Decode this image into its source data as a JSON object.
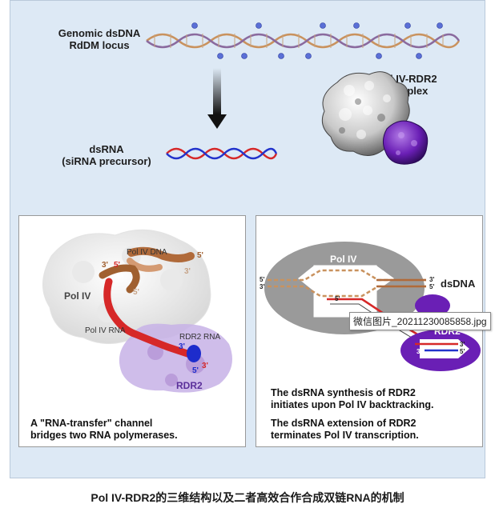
{
  "top": {
    "genomic_line1": "Genomic dsDNA",
    "genomic_line2": "RdDM locus",
    "complex_line1": "Pol IV-RDR2",
    "complex_line2": "complex",
    "dsrna_line1": "dsRNA",
    "dsrna_line2": "(siRNA precursor)"
  },
  "left_panel": {
    "pol_iv_dna": "Pol IV DNA",
    "pol_iv": "Pol IV",
    "pol_iv_rna": "Pol IV RNA",
    "rdr2_rna": "RDR2 RNA",
    "rdr2": "RDR2",
    "end_5_a": "5'",
    "end_3_a": "3'",
    "end_5_b": "5'",
    "end_3_b": "3'",
    "end_5_c": "5'",
    "end_3_c": "3'",
    "end_3_d": "3'",
    "end_5_d": "5'",
    "caption_line1": "A \"RNA-transfer\" channel",
    "caption_line2": "bridges two RNA polymerases."
  },
  "right_panel": {
    "pol_iv": "Pol IV",
    "dsdna": "dsDNA",
    "rdr2": "RDR2",
    "l5": "5'",
    "l3": "3'",
    "r3": "3'",
    "r5": "5'",
    "rna5": "5'",
    "s3": "3'",
    "s5": "5'",
    "t3": "3'",
    "caption1_line1": "The dsRNA synthesis of RDR2",
    "caption1_line2": "initiates upon Pol IV backtracking.",
    "caption2_line1": "The dsRNA extension of RDR2",
    "caption2_line2": "terminates Pol IV transcription."
  },
  "tooltip": "微信图片_20211230085858.jpg",
  "caption": "Pol IV-RDR2的三维结构以及二者高效合作合成双链RNA的机制",
  "colors": {
    "background": "#dde9f5",
    "dna_strand_a": "#c9925e",
    "dna_strand_b": "#8a6a9e",
    "rna_red": "#d62828",
    "rna_blue": "#2233cc",
    "rdr2_purple": "#6a1fb5",
    "pol_iv_gray": "#9a9a9a"
  }
}
